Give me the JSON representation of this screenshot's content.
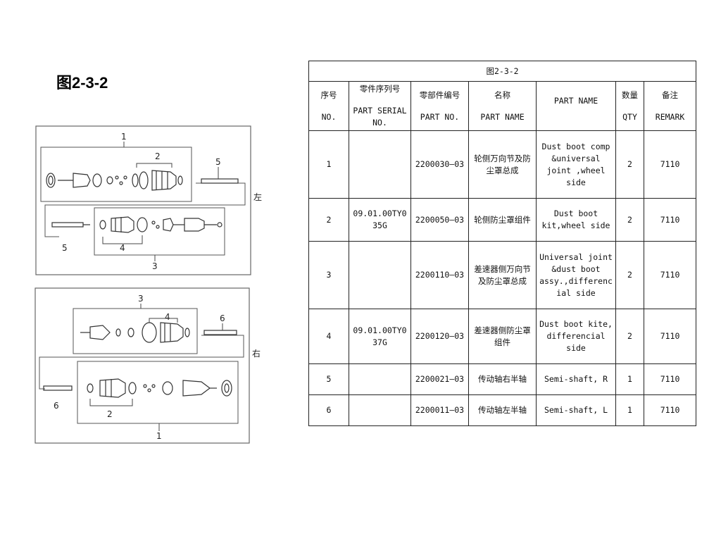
{
  "figure_label": "图2-3-2",
  "diagram": {
    "left_side_label": "左",
    "right_side_label": "右",
    "callouts_top": [
      "1",
      "2",
      "5",
      "4",
      "3",
      "5"
    ],
    "callouts_bottom": [
      "3",
      "4",
      "6",
      "2",
      "6",
      "1"
    ]
  },
  "table": {
    "caption": "图2-3-2",
    "headers": [
      {
        "zh": "序号",
        "en": "NO."
      },
      {
        "zh": "零件序列号",
        "en": "PART SERIAL NO."
      },
      {
        "zh": "零部件编号",
        "en": "PART NO."
      },
      {
        "zh": "名称",
        "en": "PART NAME"
      },
      {
        "zh": "PART NAME",
        "en": ""
      },
      {
        "zh": "数量",
        "en": "QTY"
      },
      {
        "zh": "备注",
        "en": "REMARK"
      }
    ],
    "rows": [
      {
        "no": "1",
        "serial": "",
        "part_no": "2200030—03",
        "name_zh": "轮侧万向节及防尘罩总成",
        "name_en": "Dust boot comp &universal joint ,wheel side",
        "qty": "2",
        "remark": "7110"
      },
      {
        "no": "2",
        "serial": "09.01.00TY035G",
        "part_no": "2200050—03",
        "name_zh": "轮侧防尘罩组件",
        "name_en": "Dust boot kit,wheel side",
        "qty": "2",
        "remark": "7110"
      },
      {
        "no": "3",
        "serial": "",
        "part_no": "2200110—03",
        "name_zh": "差速器侧万向节及防尘罩总成",
        "name_en": "Universal joint &dust boot assy.,differencial side",
        "qty": "2",
        "remark": "7110"
      },
      {
        "no": "4",
        "serial": "09.01.00TY037G",
        "part_no": "2200120—03",
        "name_zh": "差速器侧防尘罩组件",
        "name_en": "Dust boot kite, differencial side",
        "qty": "2",
        "remark": "7110"
      },
      {
        "no": "5",
        "serial": "",
        "part_no": "2200021—03",
        "name_zh": "传动轴右半轴",
        "name_en": "Semi-shaft, R",
        "qty": "1",
        "remark": "7110"
      },
      {
        "no": "6",
        "serial": "",
        "part_no": "2200011—03",
        "name_zh": "传动轴左半轴",
        "name_en": "Semi-shaft, L",
        "qty": "1",
        "remark": "7110"
      }
    ]
  }
}
